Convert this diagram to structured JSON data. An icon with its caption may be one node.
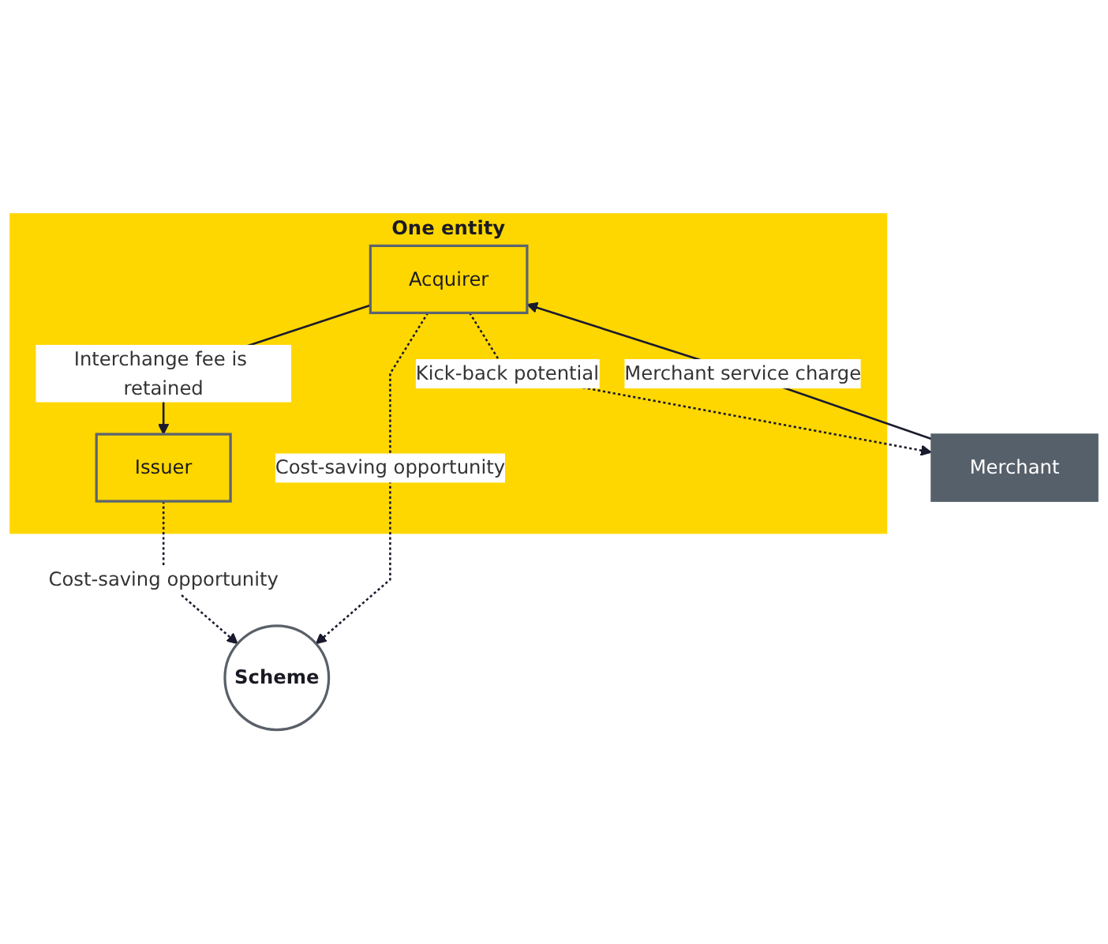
{
  "diagram": {
    "nodes": [
      {
        "text": [
          "Scheme"
        ]
      },
      {
        "text": [
          "One entity"
        ]
      },
      {
        "text": [
          "Issuer"
        ],
        "in": 1
      },
      {
        "text": [
          "Acquirer"
        ],
        "in": 1
      },
      {
        "text": [
          "Merchant"
        ]
      }
    ],
    "edges": [
      {
        "from": 2,
        "to": 0,
        "arrow": "to",
        "style": "dashed",
        "label": "Cost-saving opportunity"
      },
      {
        "from": 3,
        "to": 0,
        "arrow": "to",
        "style": "dashed",
        "label": "Cost-saving opportunity"
      },
      {
        "from": 3,
        "to": 2,
        "arrow": "to",
        "label": "Interchange fee is retained"
      },
      {
        "from": 3,
        "to": 4,
        "arrow": "to",
        "style": "dashed",
        "label": "Kick-back potential"
      },
      {
        "from": 4,
        "to": 3,
        "arrow": "to",
        "label": "Merchant service charge"
      }
    ]
  }
}
